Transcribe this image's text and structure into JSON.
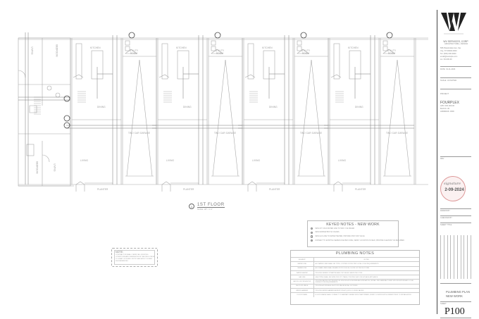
{
  "title_block": {
    "company": "WV SERVICES, CORP",
    "company_sub": "ARCHITECTURE + DESIGN",
    "address_lines": [
      "555 Placeholder Ave, Ste",
      "City, ST 00000-0000",
      "Tel: (000) 000-0000",
      "email@example.com",
      "Lic. 00-000-00"
    ],
    "date_label": "DATE",
    "date_value": "01-11-2024",
    "scale_label": "SCALE",
    "scale_value": "AS NOTED",
    "project_label": "PROJECT",
    "project_name": "FOURPLEX",
    "project_details": [
      "APN: 000-000-00",
      "BLOCK: 00",
      "ADDRESS: 0000"
    ],
    "stamp_date": "2-09-2024",
    "stamp_signature": "signature",
    "field_labels": [
      "REV",
      "DRAWN BY",
      "CHECKED BY",
      "SHEET TITLE"
    ],
    "sheet_title_lines": [
      "PLUMBING PLAN",
      "NEW WORK"
    ],
    "sheet_number_label": "SHEET",
    "sheet_number": "P100"
  },
  "plan": {
    "floor_label": "1ST FLOOR",
    "floor_number": "1",
    "floor_scale": "SCALE: 1/8\" = 1'-0\"",
    "units": [
      {
        "kitchen": "KITCHEN",
        "utility": "UTILITY ROOM",
        "dining": "DINING",
        "garage": "TWO CAR GARAGE",
        "living": "LIVING",
        "planter": "PLANTER"
      },
      {
        "kitchen": "KITCHEN",
        "utility": "UTILITY ROOM",
        "dining": "DINING",
        "garage": "TWO CAR GARAGE",
        "living": "LIVING",
        "planter": "PLANTER"
      },
      {
        "kitchen": "KITCHEN",
        "utility": "UTILITY ROOM",
        "dining": "DINING",
        "garage": "TWO CAR GARAGE",
        "living": "LIVING",
        "planter": "PLANTER"
      },
      {
        "kitchen": "KITCHEN",
        "utility": "UTILITY ROOM",
        "dining": "DINING",
        "garage": "TWO CAR GARAGE",
        "living": "LIVING",
        "planter": "PLANTER"
      }
    ],
    "left_rooms": [
      "LIVING",
      "BEDROOM",
      "BATH",
      "BEDROOM",
      "LIVING"
    ]
  },
  "keyed_notes": {
    "title": "KEYED NOTES - NEW WORK",
    "items": [
      {
        "num": "1",
        "text": "NEW 3/4\" COLD WATER LINE TO SINK / ICE MAKER"
      },
      {
        "num": "2",
        "text": "NEW WASHER BOX W/ VALVES"
      },
      {
        "num": "3",
        "text": "NEW GAS LINE TO WATER HEATER, PROVIDE SHUT-OFF VALVE"
      },
      {
        "num": "4",
        "text": "CONNECT TO EXISTING SEWER LINE PER CODE, VERIFY LOCATION IN FIELD, PROVIDE CLEANOUT AS REQUIRED"
      }
    ]
  },
  "plumbing_notes": {
    "title": "PLUMBING NOTES",
    "header": [
      "ELEMENT",
      "NOTES"
    ],
    "rows": [
      [
        "WATER LINE",
        "ALL WATER LINES SHALL BE TYPE L COPPER OR PEX PER LOCAL CODE REQUIREMENTS"
      ],
      [
        "SEWER LINE",
        "ALL DRAIN LINES SHALL BE ABS OR PVC SCH 40, SLOPE 1/4\" PER FOOT MIN"
      ],
      [
        "WATER HEATER",
        "PROVIDE SEISMIC STRAPPING AND T&P RELIEF VALVE PER CODE"
      ],
      [
        "GAS LINE",
        "GAS PIPING SHALL BE SIZED PER CPC TABLE, PROVIDE SHUT-OFF AT EACH APPLIANCE"
      ],
      [
        "BACKFLOW PREVENTER",
        "PROVIDE BACKFLOW PREVENTION DEVICES AT HOSE BIBS AND IRRIGATION, INSTALL PER MANUFACTURER SPECIFICATIONS AND LOCAL JURISDICTION REQUIREMENTS"
      ],
      [
        "SHUT-OFF VALVE",
        "PROVIDE ACCESSIBLE SHUT-OFF VALVES AT ALL FIXTURES"
      ],
      [
        "WATER HAMMER",
        "PROVIDE WATER HAMMER ARRESTORS AT QUICK-CLOSING VALVES"
      ],
      [
        "FLOOR DRAIN",
        "FLOOR DRAINS SHALL CONNECT TO SANITARY SEWER WITH TRAP PRIMER, VERIFY LOCATION WITH OWNER PRIOR TO INSTALLATION"
      ]
    ]
  },
  "note_box": {
    "title": "NOTE:",
    "text": "CONTRACTOR SHALL VERIFY ALL EXISTING CONDITIONS AND DIMENSIONS IN THE FIELD PRIOR TO START OF WORK. NOTIFY ARCHITECT OF ANY DISCREPANCIES."
  },
  "colors": {
    "line": "#9a9a9a",
    "dark_line": "#444444",
    "stamp": "#d99999"
  }
}
